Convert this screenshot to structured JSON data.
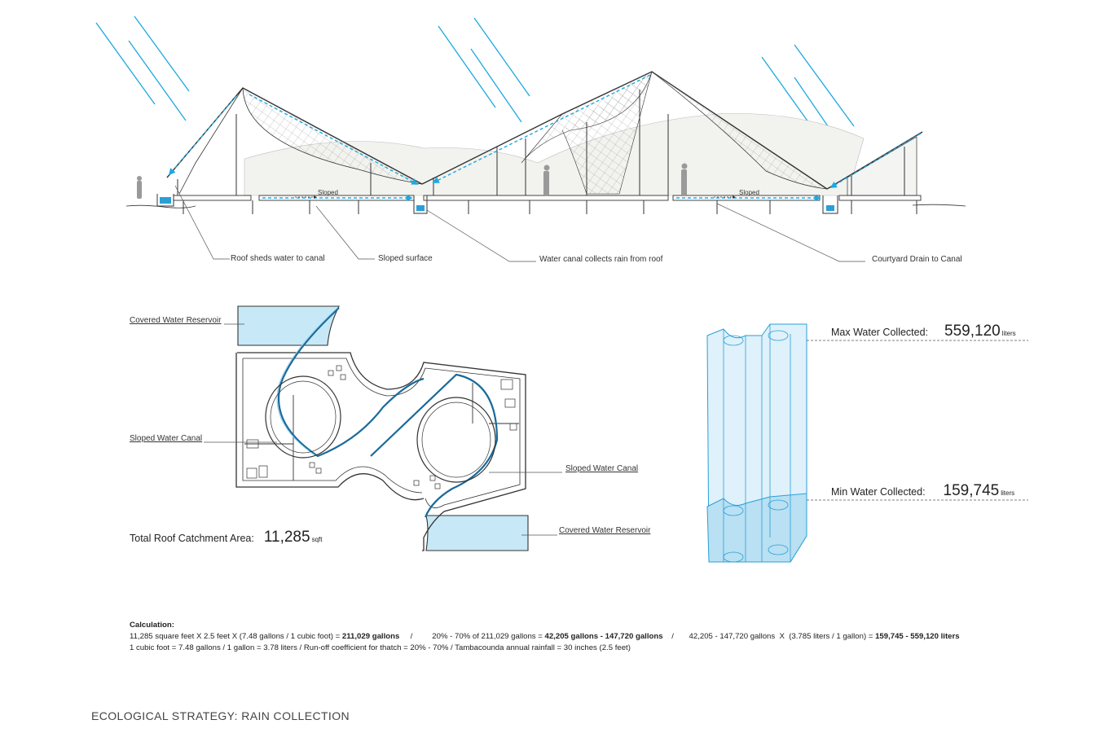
{
  "section": {
    "sloped_labels": [
      "Sloped",
      "Sloped"
    ],
    "callouts": [
      "Roof sheds water to canal",
      "Sloped surface",
      "Water canal collects rain from roof",
      "Courtyard Drain to Canal"
    ]
  },
  "plan": {
    "labels": {
      "reservoir_top": "Covered Water Reservoir",
      "canal_left": "Sloped Water Canal",
      "canal_right": "Sloped Water Canal",
      "reservoir_bottom": "Covered Water Reservoir"
    },
    "catchment": {
      "label": "Total Roof Catchment Area:",
      "value": "11,285",
      "unit": "sqft"
    }
  },
  "volume": {
    "max": {
      "label": "Max Water Collected:",
      "value": "559,120",
      "unit": "liters"
    },
    "min": {
      "label": "Min Water Collected:",
      "value": "159,745",
      "unit": "liters"
    }
  },
  "calculation": {
    "heading": "Calculation:",
    "line1": {
      "a": "11,285 square feet X  2.5 feet X  (7.48 gallons / 1 cubic foot)  = ",
      "a_bold": "211,029 gallons",
      "sep1": "     /         20% - 70% of 211,029 gallons = ",
      "b_bold": "42,205 gallons - 147,720 gallons",
      "sep2": "    /       42,205 - 147,720 gallons  X  (3.785 liters / 1 gallon) = ",
      "c_bold": "159,745 - 559,120 liters"
    },
    "line2": "1 cubic foot = 7.48 gallons  /  1 gallon = 3.78 liters  /  Run-off coefficient for thatch = 20% - 70%  /  Tambacounda annual rainfall = 30 inches  (2.5 feet)"
  },
  "title": "ECOLOGICAL STRATEGY: RAIN COLLECTION",
  "colors": {
    "rain": "#1ea8e0",
    "water": "#bfe4f4",
    "water_dark": "#2a9fd6",
    "line": "#333333"
  }
}
